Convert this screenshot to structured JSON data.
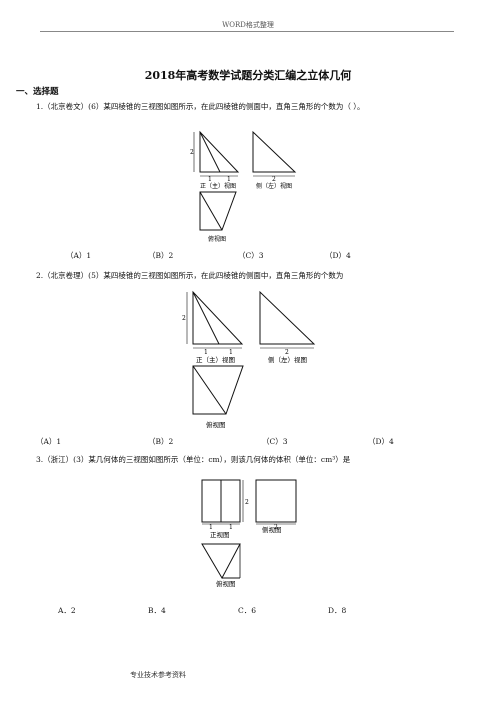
{
  "header": {
    "text": "WORD格式整理"
  },
  "title": "2018年高考数学试题分类汇编之立体几何",
  "section": "一、选择题",
  "q1": {
    "text": "1.（北京卷文）(6）某四棱锥的三视图如图所示，在此四棱锥的侧面中，直角三角形的个数为（     ）。",
    "front_label": "正（主）视图",
    "side_label": "侧（左）视图",
    "top_label": "俯视图",
    "dim_h": "2",
    "dim_1a": "1",
    "dim_1b": "1",
    "dim_2": "2",
    "options": [
      "（A）1",
      "（B）2",
      "（C）3",
      "（D）4"
    ]
  },
  "q2": {
    "text": "2.（北京卷理）(5）某四棱锥的三视图如图所示，在此四棱锥的侧面中，直角三角形的个数为",
    "front_label": "正（主）视图",
    "side_label": "侧（左）视图",
    "top_label": "俯视图",
    "dim_h": "2",
    "dim_1a": "1",
    "dim_1b": "1",
    "dim_2": "2",
    "options": [
      "（A）1",
      "（B）2",
      "（C）3",
      "（D）4"
    ]
  },
  "q3": {
    "text": "3.（浙江）(3）某几何体的三视图如图所示（单位：cm），则该几何体的体积（单位：cm³）是",
    "front_label": "正视图",
    "side_label": "侧视图",
    "top_label": "俯视图",
    "dim_h": "2",
    "dim_1a": "1",
    "dim_1b": "1",
    "dim_2": "2",
    "options": [
      "A．2",
      "B．4",
      "C．6",
      "D．8"
    ]
  },
  "footer": {
    "text": "专业技术参考资料"
  }
}
